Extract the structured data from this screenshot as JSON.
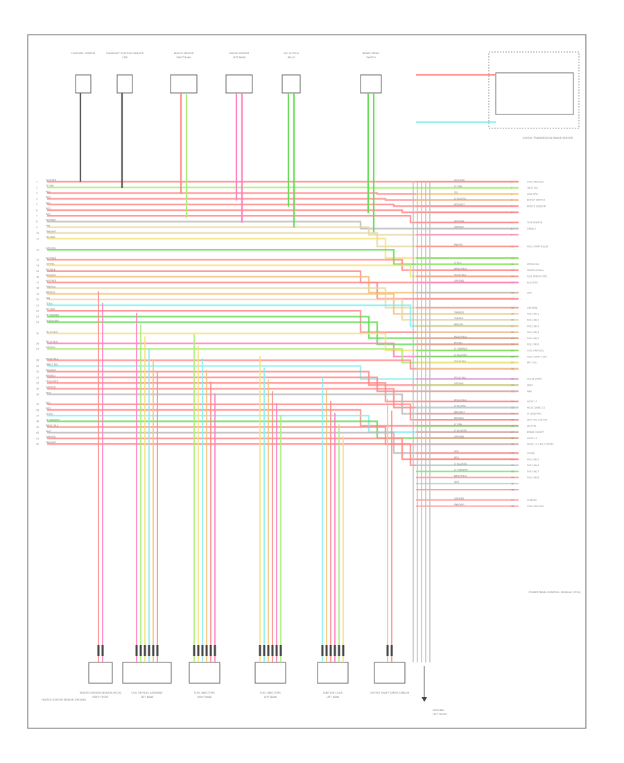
{
  "page": {
    "footer_text": "",
    "border_color": "#555555"
  },
  "colors": {
    "red": "#ff8a8a",
    "pink": "#ff80c0",
    "green": "#66dd55",
    "ltgreen": "#aaee77",
    "yellow": "#f4e27a",
    "orange": "#f5c27a",
    "cyan": "#88eeee",
    "ltblue": "#9fd8ff",
    "gray": "#bbbbbb",
    "violet": "#c79ae8",
    "tan": "#e8d7a8",
    "black": "#555555"
  },
  "left_rail": [
    {
      "n": "1",
      "label": "WHT/RED",
      "color": "red"
    },
    {
      "n": "2",
      "label": "LT GRN",
      "color": "ltgreen"
    },
    {
      "n": "3",
      "label": "RED",
      "color": "red"
    },
    {
      "n": "4",
      "label": "RED",
      "color": "red"
    },
    {
      "n": "5",
      "label": "RED",
      "color": "red"
    },
    {
      "n": "6",
      "label": "RED",
      "color": "red"
    },
    {
      "n": "7",
      "label": "RED",
      "color": "red"
    },
    {
      "n": "8",
      "label": "WHT/BLK",
      "color": "gray"
    },
    {
      "n": "9",
      "label": "TAN",
      "color": "tan"
    },
    {
      "n": "10",
      "label": "TAN/WHT",
      "color": "tan"
    },
    {
      "n": "11",
      "label": "YEL/RED",
      "color": "yellow"
    },
    {
      "n": "12",
      "label": "GRY/ORG",
      "color": "green"
    },
    {
      "n": "13",
      "label": "WHT/RED",
      "color": "red"
    },
    {
      "n": "14",
      "label": "LGT/YEL",
      "color": "yellow"
    },
    {
      "n": "15",
      "label": "RED/BLK",
      "color": "red"
    },
    {
      "n": "16",
      "label": "BRN/WHT",
      "color": "orange"
    },
    {
      "n": "17",
      "label": "WHT/RED",
      "color": "red"
    },
    {
      "n": "18",
      "label": "TAN/RED",
      "color": "tan"
    },
    {
      "n": "19",
      "label": "BRN/YEL",
      "color": "orange"
    },
    {
      "n": "20",
      "label": "TAN",
      "color": "tan"
    },
    {
      "n": "21",
      "label": "LT BLU",
      "color": "cyan"
    },
    {
      "n": "22",
      "label": "PPL/RED",
      "color": "red"
    },
    {
      "n": "23",
      "label": "LT GRN/RED",
      "color": "green"
    },
    {
      "n": "24",
      "label": "LT BLU/ORG",
      "color": "green"
    },
    {
      "n": "25",
      "label": "YEL/LT BLU",
      "color": "yellow"
    },
    {
      "n": "26",
      "label": "PPL/LT BLU",
      "color": "pink"
    },
    {
      "n": "27",
      "label": "GRY/BLK",
      "color": "ltgreen"
    },
    {
      "n": "28",
      "label": "RED/LT BLU",
      "color": "red"
    },
    {
      "n": "29",
      "label": "TAN/LT BLU",
      "color": "cyan"
    },
    {
      "n": "30",
      "label": "BRN/WHT",
      "color": "red"
    },
    {
      "n": "31",
      "label": "BRN/BLU",
      "color": "red"
    },
    {
      "n": "32",
      "label": "LT BLU/RED",
      "color": "red"
    },
    {
      "n": "33",
      "label": "GRY/RED",
      "color": "red"
    },
    {
      "n": "34",
      "label": "WHT",
      "color": "gray"
    },
    {
      "n": "35",
      "label": "RED",
      "color": "red"
    },
    {
      "n": "36",
      "label": "RED",
      "color": "red"
    },
    {
      "n": "37",
      "label": "LT BLU",
      "color": "cyan"
    },
    {
      "n": "38",
      "label": "LT GRN/WHT",
      "color": "green"
    },
    {
      "n": "39",
      "label": "BRN/LT BLU",
      "color": "red"
    },
    {
      "n": "40",
      "label": "WHT",
      "color": "gray"
    },
    {
      "n": "41",
      "label": "GRY/RED",
      "color": "red"
    },
    {
      "n": "42",
      "label": "PNK/WHT",
      "color": "red"
    }
  ],
  "right_rail": [
    {
      "n": "1",
      "label": "WHT/RED",
      "func": "COIL ON PLUG",
      "color": "red"
    },
    {
      "n": "2",
      "label": "LT GRN",
      "func": "TACH SIG",
      "color": "ltgreen"
    },
    {
      "n": "3",
      "label": "YEL",
      "func": "LOW SPD",
      "color": "yellow"
    },
    {
      "n": "4",
      "label": "LT BLU/YEL",
      "func": "BOOST SWITCH",
      "color": "orange"
    },
    {
      "n": "5",
      "label": "RED/WHT",
      "func": "KNOCK SENSOR",
      "color": "red"
    },
    {
      "n": "6",
      "label": "",
      "func": "",
      "color": "red"
    },
    {
      "n": "7",
      "label": "WHT/BLK",
      "func": "TCM SENSOR",
      "color": "red"
    },
    {
      "n": "8",
      "label": "GRY/BLU",
      "func": "GRND 1",
      "color": "gray"
    },
    {
      "n": "9",
      "label": "",
      "func": "",
      "color": "pink"
    },
    {
      "n": "10",
      "label": "PNK/YEL",
      "func": "FUEL PUMP RELAY",
      "color": "red"
    },
    {
      "n": "11",
      "label": "",
      "func": "",
      "color": "green"
    },
    {
      "n": "12",
      "label": "LT BLU",
      "func": "SPEED SIG",
      "color": "ltgreen"
    },
    {
      "n": "13",
      "label": "BRN/LT BLU",
      "func": "SPEED SIGNAL",
      "color": "red"
    },
    {
      "n": "14",
      "label": "YEL/LT BLU",
      "func": "IDLE SPEED CNTL",
      "color": "red"
    },
    {
      "n": "15",
      "label": "GRY/RED",
      "func": "ELECTRO",
      "color": "pink"
    },
    {
      "n": "16",
      "label": "",
      "func": "CKP",
      "color": "gray"
    },
    {
      "n": "17",
      "label": "",
      "func": "",
      "color": "red"
    },
    {
      "n": "18",
      "label": "",
      "func": "GROUND",
      "color": "red"
    },
    {
      "n": "19",
      "label": "TAN/RED",
      "func": "FUEL INJ 1",
      "color": "tan"
    },
    {
      "n": "20",
      "label": "TAN/BLK",
      "func": "FUEL INJ 2",
      "color": "tan"
    },
    {
      "n": "21",
      "label": "BRN/YEL",
      "func": "FUEL INJ 3",
      "color": "orange"
    },
    {
      "n": "22",
      "label": "",
      "func": "FUEL INJ 4",
      "color": "tan"
    },
    {
      "n": "23",
      "label": "RED/LT BLU",
      "func": "FUEL INJ 5",
      "color": "red"
    },
    {
      "n": "24",
      "label": "PPL/YEL",
      "func": "FUEL INJ 6",
      "color": "red"
    },
    {
      "n": "25",
      "label": "LT GRN/RED",
      "func": "COIL ON PLUG",
      "color": "green"
    },
    {
      "n": "26",
      "label": "LT BLU/ORG",
      "func": "FUEL PUMP CTRL",
      "color": "green"
    },
    {
      "n": "27",
      "label": "YEL/LT BLU",
      "func": "EPC SOL",
      "color": "yellow"
    },
    {
      "n": "28",
      "label": "",
      "func": "",
      "color": "orange"
    },
    {
      "n": "29",
      "label": "PPL/LT BLU",
      "func": "SOLID STATE",
      "color": "pink"
    },
    {
      "n": "30",
      "label": "GRY/BLK",
      "func": "VREF",
      "color": "ltgreen"
    },
    {
      "n": "31",
      "label": "",
      "func": "MAF",
      "color": "gray"
    },
    {
      "n": "32",
      "label": "RED/LT BLU",
      "func": "HO2S 11",
      "color": "red"
    },
    {
      "n": "33",
      "label": "LT BLU/YEL",
      "func": "HO2S GRND 11",
      "color": "cyan"
    },
    {
      "n": "34",
      "label": "BRN/WHT",
      "func": "LT GRN/ORG",
      "color": "red"
    },
    {
      "n": "35",
      "label": "BRN/BLU",
      "func": "WOT A/C CUTOFF",
      "color": "red"
    },
    {
      "n": "36",
      "label": "LT GRN",
      "func": "IAC/VTS",
      "color": "green"
    },
    {
      "n": "37",
      "label": "LT BLU/RED",
      "func": "BRAKE ON/OFF",
      "color": "red"
    },
    {
      "n": "38",
      "label": "GRY/RED",
      "func": "HO2S 12",
      "color": "red"
    },
    {
      "n": "39",
      "label": "",
      "func": "HO2S 12 / A/C CUTOFF",
      "color": "gray"
    },
    {
      "n": "40",
      "label": "RED",
      "func": "LOOSE",
      "color": "red"
    },
    {
      "n": "41",
      "label": "RED",
      "func": "FUEL INJ 5",
      "color": "red"
    },
    {
      "n": "42",
      "label": "LT BLU/RED",
      "func": "FUEL INJ 6",
      "color": "cyan"
    },
    {
      "n": "43",
      "label": "LT GRN/WHT",
      "func": "FUEL INJ 7",
      "color": "green"
    },
    {
      "n": "44",
      "label": "BRN/LT BLU",
      "func": "FUEL INJ 8",
      "color": "red"
    },
    {
      "n": "45",
      "label": "WHT",
      "func": "",
      "color": "gray"
    },
    {
      "n": "46",
      "label": "",
      "func": "",
      "color": "red"
    },
    {
      "n": "47",
      "label": "GRY/RED",
      "func": "CHARGE",
      "color": "red"
    },
    {
      "n": "48",
      "label": "PNK/WHT",
      "func": "COIL ON PLUG",
      "color": "red"
    }
  ],
  "top_components": [
    {
      "name": "FLYWHEEL SENSOR",
      "sub": "",
      "color": "black"
    },
    {
      "name": "CAMSHAFT POSITION SENSOR",
      "sub": "CMP",
      "color": "black"
    },
    {
      "name": "KNOCK SENSOR",
      "sub": "RIGHT BANK",
      "color": "red"
    },
    {
      "name": "KNOCK SENSOR",
      "sub": "LEFT BANK",
      "color": "pink"
    },
    {
      "name": "A/C CLUTCH",
      "sub": "RELAY",
      "color": "green"
    },
    {
      "name": "BRAKE PEDAL",
      "sub": "SWITCH",
      "color": "green"
    },
    {
      "name": "DIGITAL TRANSMISSION RANGE SENSOR",
      "sub": "",
      "color": "black"
    }
  ],
  "bottom_components": [
    {
      "name": "HEATED OXYGEN SENSOR (HO2S)",
      "sub": "RIGHT FRONT"
    },
    {
      "name": "COIL ON PLUG ASSEMBLY",
      "sub": "LEFT BANK"
    },
    {
      "name": "FUEL INJECTORS",
      "sub": "RIGHT BANK"
    },
    {
      "name": "FUEL INJECTORS",
      "sub": "LEFT BANK"
    },
    {
      "name": "IGNITION COILS",
      "sub": "LEFT BANK"
    },
    {
      "name": "OUTPUT SHAFT SPEED SENSOR",
      "sub": ""
    },
    {
      "name": "GROUND",
      "sub": "LEFT FRONT"
    }
  ],
  "ground_labels": {
    "left": "HEATED OXYGEN SENSOR GROUND",
    "right": "GROUND",
    "pcm": "POWERTRAIN CONTROL MODULE (PCM)"
  }
}
